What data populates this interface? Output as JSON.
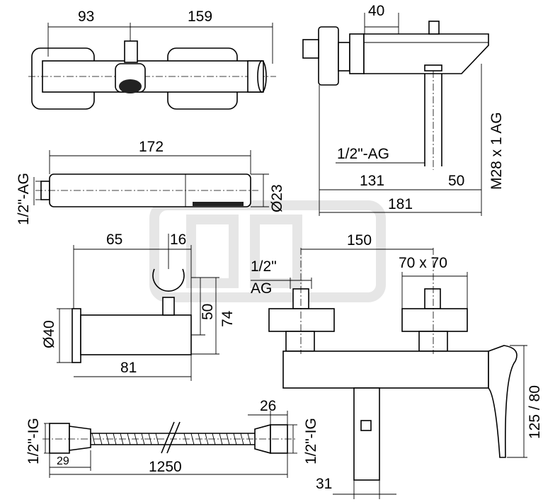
{
  "dimensions": {
    "top_left_93": "93",
    "top_left_159": "159",
    "spout_40": "40",
    "handshower_172": "172",
    "handshower_thread": "1/2\"-AG",
    "handshower_d23": "Ø23",
    "spout_thread": "1/2\"-AG",
    "spout_131": "131",
    "spout_50": "50",
    "spout_181": "181",
    "spout_m28": "M28 x 1 AG",
    "holder_65": "65",
    "holder_16": "16",
    "holder_d40": "Ø40",
    "holder_50": "50",
    "holder_74": "74",
    "holder_81": "81",
    "mixer_150": "150",
    "mixer_thread_top": "1/2\"",
    "mixer_thread_bottom": "AG",
    "mixer_70x70": "70 x 70",
    "mixer_125_80": "125 / 80",
    "mixer_31": "31",
    "hose_26": "26",
    "hose_left_thread": "1/2\"-IG",
    "hose_right_thread": "1/2\"-IG",
    "hose_29": "29",
    "hose_1250": "1250"
  },
  "watermark": "CJBL"
}
